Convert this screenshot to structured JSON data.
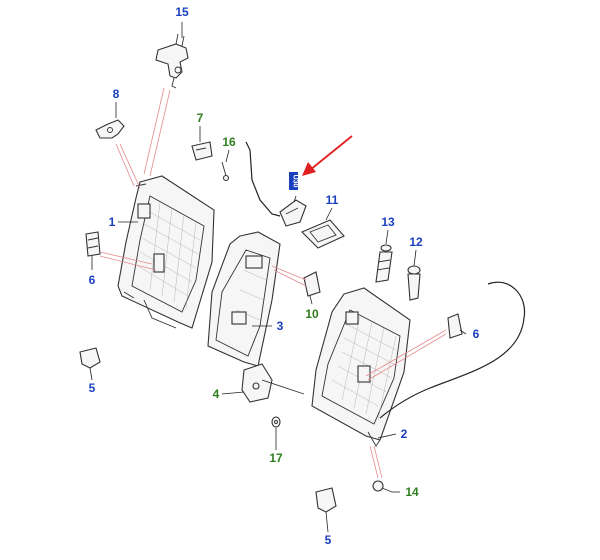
{
  "callouts": [
    {
      "id": "15",
      "color": "#1a3fbf"
    },
    {
      "id": "8",
      "color": "#1a3fbf"
    },
    {
      "id": "7",
      "color": "#2e7d1e"
    },
    {
      "id": "16",
      "color": "#2e7d1e"
    },
    {
      "id": "11",
      "color": "#1a3fbf"
    },
    {
      "id": "1",
      "color": "#1a3fbf"
    },
    {
      "id": "13",
      "color": "#1a3fbf"
    },
    {
      "id": "12",
      "color": "#1a3fbf"
    },
    {
      "id": "6",
      "color": "#1a3fbf"
    },
    {
      "id": "10",
      "color": "#2e7d1e"
    },
    {
      "id": "3",
      "color": "#1a3fbf"
    },
    {
      "id": "6",
      "color": "#1a3fbf"
    },
    {
      "id": "5",
      "color": "#1a3fbf"
    },
    {
      "id": "4",
      "color": "#2e7d1e"
    },
    {
      "id": "2",
      "color": "#1a3fbf"
    },
    {
      "id": "17",
      "color": "#2e7d1e"
    },
    {
      "id": "14",
      "color": "#2e7d1e"
    },
    {
      "id": "5",
      "color": "#1a3fbf"
    }
  ],
  "boxed_label": "U30",
  "pointer_color": "#e02020"
}
